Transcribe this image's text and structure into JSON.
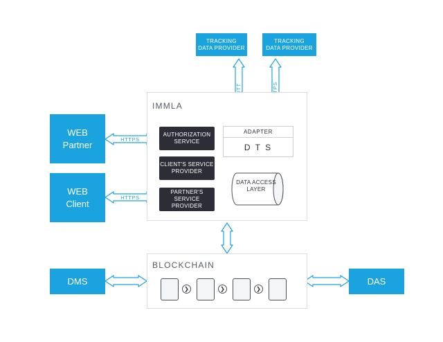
{
  "tracking_providers": [
    {
      "label_line1": "TRACKING",
      "label_line2": "DATA PROVIDER"
    },
    {
      "label_line1": "TRACKING",
      "label_line2": "DATA PROVIDER"
    }
  ],
  "protocols": {
    "mqtt": "MQTT",
    "https_vertical": "HTTPS",
    "https_web_partner": "HTTPS",
    "https_web_client": "HTTPS"
  },
  "immla": {
    "title": "IMMLA",
    "services": [
      {
        "line1": "AUTHORIZATION",
        "line2": "SERVICE"
      },
      {
        "line1": "CLIENT'S SERVICE",
        "line2": "PROVIDER"
      },
      {
        "line1": "PARTNER'S SERVICE",
        "line2": "PROVIDER"
      }
    ],
    "adapter_label": "ADAPTER",
    "dts_label": "D T S",
    "data_access": {
      "line1": "DATA ACCESS",
      "line2": "LAYER"
    }
  },
  "web_partner": {
    "line1": "WEB",
    "line2": "Partner"
  },
  "web_client": {
    "line1": "WEB",
    "line2": "Client"
  },
  "blockchain": {
    "title": "BLOCKCHAIN",
    "link_symbol": "❯"
  },
  "dms_label": "DMS",
  "das_label": "DAS",
  "colors": {
    "accent": "#1aa3df",
    "dark": "#2c2d36"
  }
}
